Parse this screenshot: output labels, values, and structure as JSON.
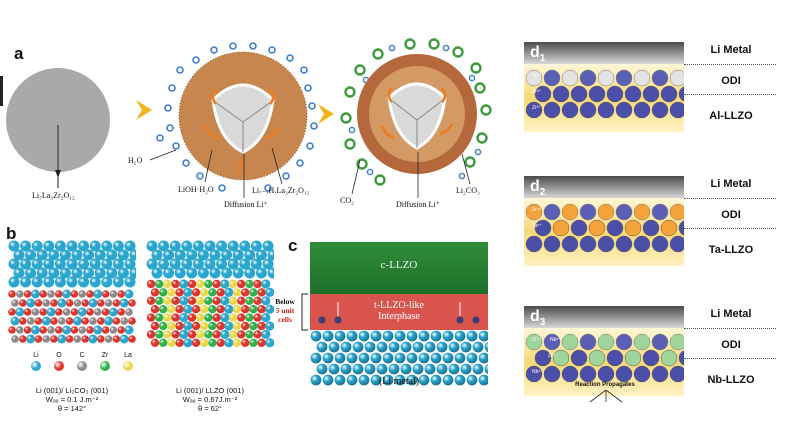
{
  "panel_a": {
    "letter": "a",
    "pristine_label": "Li₇La₃Zr₂O₁₂",
    "h2o_label": "H₂O",
    "lioh_label": "LiOH·H₂O",
    "protonated_label": "Li₇₋ₓHₓLa₃Zr₂O₁₂",
    "diffusion_label_1": "Diffusion Li⁺",
    "co2_label": "CO₂",
    "diffusion_label_2": "Diffusion Li⁺",
    "li2co3_label": "Li₂CO₃"
  },
  "panel_b": {
    "letter": "b",
    "legend": [
      "Li",
      "O",
      "C",
      "Zr",
      "La"
    ],
    "legend_colors": [
      "#2aa6cf",
      "#e0332b",
      "#8a8a8a",
      "#2fb24a",
      "#e8d84a"
    ],
    "left_caption": [
      "Li (001)/ Li₂CO₃ (001)",
      "Wₐ₉ = 0.1 J.m⁻²",
      "θ = 142°"
    ],
    "right_caption": [
      "Li (001)/ LLZO (001)",
      "Wₐ₉ = 0.67J.m⁻²",
      "θ = 62°"
    ]
  },
  "panel_c": {
    "letter": "c",
    "top_label": "c-LLZO",
    "middle_label_1": "t-LLZO-like",
    "middle_label_2": "Interphase",
    "bottom_label": "(Li metal)",
    "side_label_1": "Below",
    "side_label_2": "5 unit",
    "side_label_3": "cells"
  },
  "panel_d": [
    {
      "letter": "d",
      "sub": "1",
      "top": "Li Metal",
      "mid": "ODI",
      "bottom": "Al-LLZO",
      "ions": [
        "Zr⁴⁺",
        "Zr³⁺",
        "Zr²⁺"
      ]
    },
    {
      "letter": "d",
      "sub": "2",
      "top": "Li Metal",
      "mid": "ODI",
      "bottom": "Ta-LLZO",
      "ions": [
        "Zr⁴⁺",
        "Ta⁵⁺"
      ]
    },
    {
      "letter": "d",
      "sub": "3",
      "top": "Li Metal",
      "mid": "ODI",
      "bottom": "Nb-LLZO",
      "ions": [
        "Zr⁴⁺",
        "Nb⁵⁺",
        "Nb⁴⁺",
        "Zr⁴⁺"
      ],
      "note": "Reaction Propagates"
    }
  ],
  "colors": {
    "arrow": "#f2b51b",
    "water": "#3d7fd0",
    "co2": "#3e9a3e",
    "llzo_gray": "#a9a9a9",
    "shell": "#c8864f",
    "c_llzo": "#2f8d3a",
    "interphase": "#d8544c",
    "odi": "#f7d877",
    "blue_atom": "#4b4fa8"
  }
}
